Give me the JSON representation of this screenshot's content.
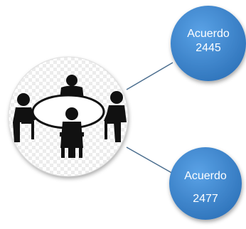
{
  "diagram": {
    "nodes": [
      {
        "label_line1": "Acuerdo",
        "label_line2": "2445"
      },
      {
        "label_line1": "Acuerdo",
        "label_line2": "2477"
      }
    ],
    "colors": {
      "node_fill_light": "#4c93da",
      "node_fill_dark": "#2d6fb6",
      "connector": "#4a6d8e",
      "figure": "#111111"
    },
    "center_icon": "meeting-table-icon"
  }
}
